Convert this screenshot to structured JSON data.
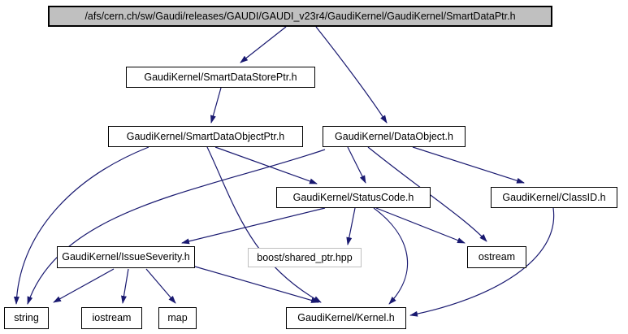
{
  "diagram": {
    "type": "include-dependency-graph",
    "tool_style": "doxygen-include-graph",
    "colors": {
      "edge": "#191970",
      "node_fill": "#ffffff",
      "node_border": "#000000",
      "root_fill": "#c0c0c0",
      "external_node_border": "#bfbfbf",
      "text": "#000000"
    },
    "nodes": {
      "root": {
        "label": "/afs/cern.ch/sw/Gaudi/releases/GAUDI/GAUDI_v23r4/GaudiKernel/GaudiKernel/SmartDataPtr.h",
        "kind": "root"
      },
      "smartdatastoreptr": {
        "label": "GaudiKernel/SmartDataStorePtr.h",
        "kind": "header"
      },
      "smartdataobjectptr": {
        "label": "GaudiKernel/SmartDataObjectPtr.h",
        "kind": "header"
      },
      "dataobject": {
        "label": "GaudiKernel/DataObject.h",
        "kind": "header"
      },
      "statuscode": {
        "label": "GaudiKernel/StatusCode.h",
        "kind": "header"
      },
      "classid": {
        "label": "GaudiKernel/ClassID.h",
        "kind": "header"
      },
      "issueseverity": {
        "label": "GaudiKernel/IssueSeverity.h",
        "kind": "header"
      },
      "sharedptr": {
        "label": "boost/shared_ptr.hpp",
        "kind": "external"
      },
      "ostream": {
        "label": "ostream",
        "kind": "system"
      },
      "string": {
        "label": "string",
        "kind": "system"
      },
      "iostream": {
        "label": "iostream",
        "kind": "system"
      },
      "map": {
        "label": "map",
        "kind": "system"
      },
      "kernel": {
        "label": "GaudiKernel/Kernel.h",
        "kind": "header"
      }
    },
    "edges": [
      {
        "from": "root",
        "to": "smartdatastoreptr"
      },
      {
        "from": "root",
        "to": "dataobject"
      },
      {
        "from": "smartdatastoreptr",
        "to": "smartdataobjectptr"
      },
      {
        "from": "smartdataobjectptr",
        "to": "statuscode"
      },
      {
        "from": "smartdataobjectptr",
        "to": "string"
      },
      {
        "from": "smartdataobjectptr",
        "to": "kernel"
      },
      {
        "from": "dataobject",
        "to": "statuscode"
      },
      {
        "from": "dataobject",
        "to": "classid"
      },
      {
        "from": "dataobject",
        "to": "ostream"
      },
      {
        "from": "dataobject",
        "to": "string"
      },
      {
        "from": "statuscode",
        "to": "issueseverity"
      },
      {
        "from": "statuscode",
        "to": "sharedptr"
      },
      {
        "from": "statuscode",
        "to": "ostream"
      },
      {
        "from": "statuscode",
        "to": "kernel"
      },
      {
        "from": "classid",
        "to": "kernel"
      },
      {
        "from": "issueseverity",
        "to": "string"
      },
      {
        "from": "issueseverity",
        "to": "iostream"
      },
      {
        "from": "issueseverity",
        "to": "map"
      },
      {
        "from": "issueseverity",
        "to": "kernel"
      }
    ]
  }
}
